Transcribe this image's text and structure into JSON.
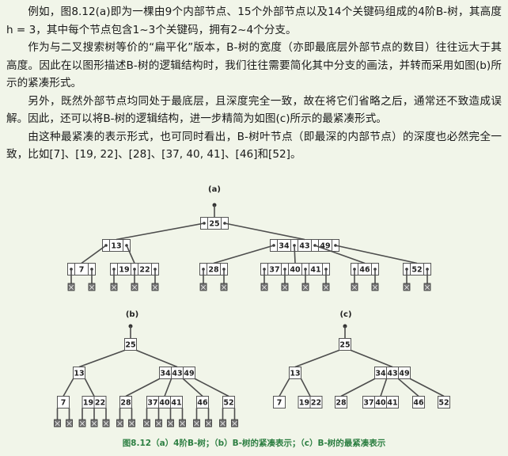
{
  "paragraphs": [
    "例如，图8.12(a)即为一棵由9个内部节点、15个外部节点以及14个关键码组成的4阶B-树，其高度h = 3，其中每个节点包含1~3个关键码，拥有2~4个分支。",
    "作为与二叉搜索树等价的“扁平化”版本，B-树的宽度（亦即最底层外部节点的数目）往往远大于其高度。因此在以图形描述B-树的逻辑结构时，我们往往需要简化其中分支的画法，并转而采用如图(b)所示的紧凑形式。",
    "另外，既然外部节点均同处于最底层，且深度完全一致，故在将它们省略之后，通常还不致造成误解。因此，还可以将B-树的逻辑结构，进一步精简为如图(c)所示的最紧凑形式。",
    "由这种最紧凑的表示形式，也可同时看出，B-树叶节点（即最深的内部节点）的深度也必然完全一致，比如[7]、[19, 22]、[28]、[37, 40, 41]、[46]和[52]。"
  ],
  "figure": {
    "label_a": "(a)",
    "label_b": "(b)",
    "label_c": "(c)",
    "caption": "图8.12（a）4阶B-树；（b）B-树的紧凑表示；（c）B-树的最紧凑表示",
    "tree": {
      "root": [
        "25"
      ],
      "level1": [
        [
          "13"
        ],
        [
          "34",
          "43",
          "49"
        ]
      ],
      "leaves": [
        [
          "7"
        ],
        [
          "19",
          "22"
        ],
        [
          "28"
        ],
        [
          "37",
          "40",
          "41"
        ],
        [
          "46"
        ],
        [
          "52"
        ]
      ]
    },
    "colors": {
      "caption": "#2d7f42",
      "background": "#f1f5e9",
      "edge": "#4d4d4d"
    }
  }
}
